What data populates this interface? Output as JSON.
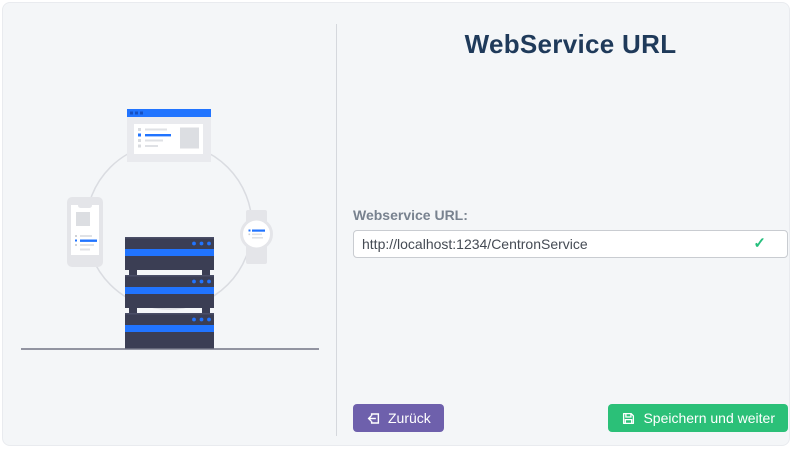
{
  "window": {
    "title": "WebService URL"
  },
  "form": {
    "label": "Webservice URL:",
    "input_value": "http://localhost:1234/CentronService",
    "validation": {
      "state": "valid",
      "icon": "check-icon",
      "glyph": "✓",
      "color": "#26bf7d"
    }
  },
  "footer": {
    "back_button": {
      "label": "Zurück",
      "icon": "exit-left-arrow-icon"
    },
    "save_button": {
      "label": "Speichern und weiter",
      "icon": "floppy-disk-icon"
    }
  },
  "illustration": {
    "name": "devices-connected-to-server",
    "elements": [
      "connection-circle",
      "browser-window",
      "smartphone",
      "smartwatch",
      "server-rack",
      "ground-line"
    ]
  },
  "colors": {
    "card_background": "#f4f6f8",
    "title_text": "#1f3a5a",
    "label_text": "#78828f",
    "input_border": "#c9ccd1",
    "valid_check": "#26bf7d",
    "back_button_background": "#6e60ac",
    "save_button_background": "#2bc078",
    "illustration_accent_blue": "#2174ff",
    "server_dark": "#3b3e54"
  }
}
